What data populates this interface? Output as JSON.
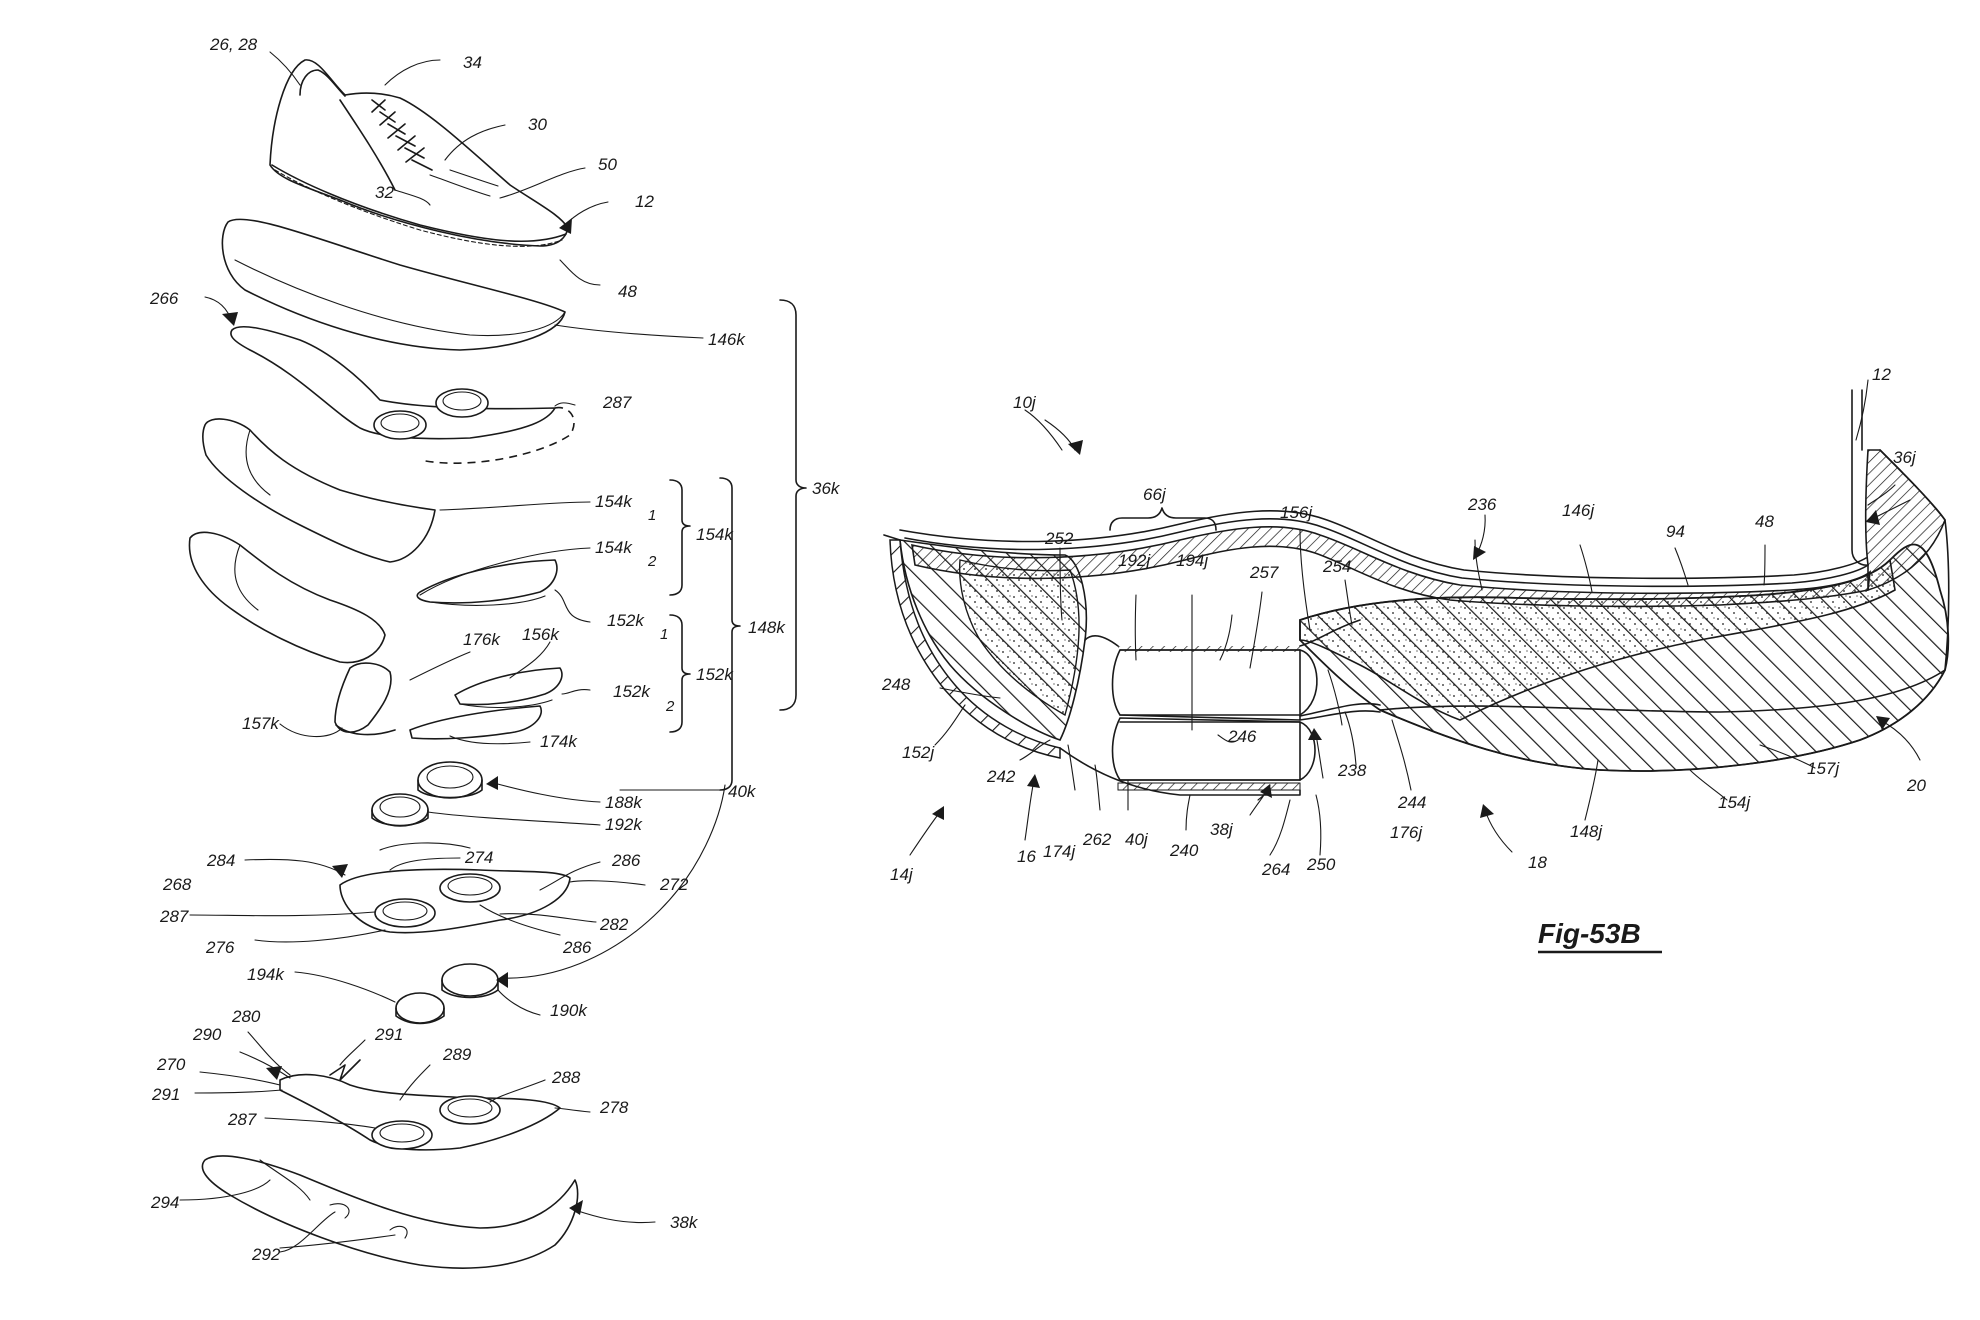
{
  "figure": {
    "title": "Fig-53B"
  },
  "exploded_view": {
    "labels": {
      "l_26_28": "26, 28",
      "l_34": "34",
      "l_30": "30",
      "l_50": "50",
      "l_32": "32",
      "l_12": "12",
      "l_48": "48",
      "l_266": "266",
      "l_146k": "146k",
      "l_287a": "287",
      "l_36k": "36k",
      "l_154k1": "154k",
      "l_154k1_sub": "1",
      "l_154k2": "154k",
      "l_154k2_sub": "2",
      "l_154k": "154k",
      "l_148k": "148k",
      "l_152k1": "152k",
      "l_152k1_sub": "1",
      "l_152k2": "152k",
      "l_152k2_sub": "2",
      "l_152k": "152k",
      "l_176k": "176k",
      "l_156k": "156k",
      "l_157k": "157k",
      "l_174k": "174k",
      "l_40k": "40k",
      "l_188k": "188k",
      "l_192k": "192k",
      "l_284": "284",
      "l_274": "274",
      "l_286a": "286",
      "l_268": "268",
      "l_272": "272",
      "l_287b": "287",
      "l_282": "282",
      "l_276": "276",
      "l_286b": "286",
      "l_194k": "194k",
      "l_190k": "190k",
      "l_280": "280",
      "l_290": "290",
      "l_291a": "291",
      "l_289": "289",
      "l_270": "270",
      "l_288": "288",
      "l_291b": "291",
      "l_287c": "287",
      "l_278": "278",
      "l_294": "294",
      "l_38k": "38k",
      "l_292": "292"
    }
  },
  "section_view": {
    "labels": {
      "r_12": "12",
      "r_10j": "10j",
      "r_36j": "36j",
      "r_66j": "66j",
      "r_192j": "192j",
      "r_194j": "194j",
      "r_252": "252",
      "r_156j": "156j",
      "r_236": "236",
      "r_146j": "146j",
      "r_94": "94",
      "r_48": "48",
      "r_257": "257",
      "r_254": "254",
      "r_248": "248",
      "r_246": "246",
      "r_152j": "152j",
      "r_238": "238",
      "r_242": "242",
      "r_244": "244",
      "r_148j": "148j",
      "r_154j": "154j",
      "r_157j": "157j",
      "r_20": "20",
      "r_16": "16",
      "r_174j": "174j",
      "r_262": "262",
      "r_40j": "40j",
      "r_240": "240",
      "r_38j": "38j",
      "r_264": "264",
      "r_250": "250",
      "r_176j": "176j",
      "r_18": "18",
      "r_14j": "14j"
    }
  }
}
